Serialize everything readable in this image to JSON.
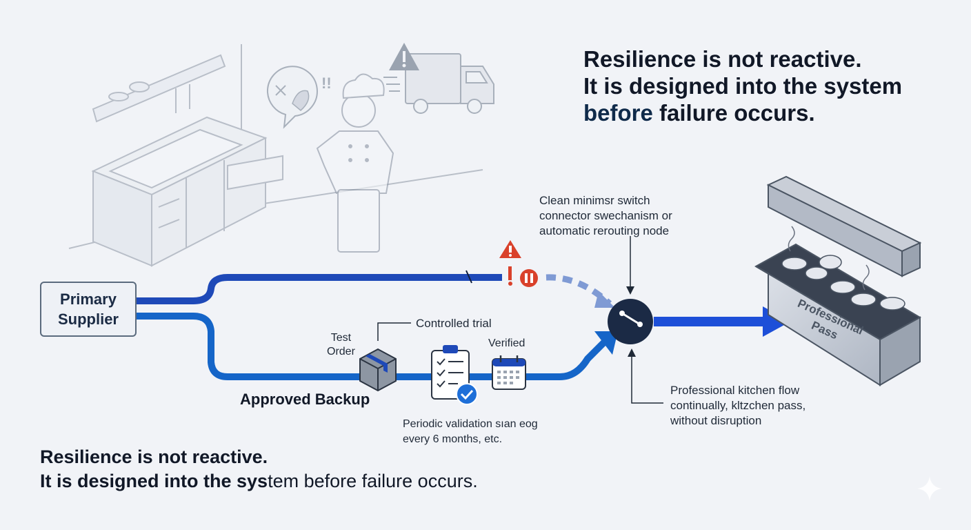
{
  "headline_top": {
    "line1": "Resilience is not reactive.",
    "line2": "It is designed into the system",
    "line3_accent": "before",
    "line3_rest": " failure occurs."
  },
  "headline_bottom": {
    "line1": "Resilience is not reactive.",
    "line2_bold": "It is designed into the sys",
    "line2_rest": "tem before failure occurs."
  },
  "primary_supplier": {
    "label": "Primary Supplier"
  },
  "approved_backup": {
    "label": "Approved Backup"
  },
  "switch_note": {
    "line1": "Clean minimsr switch",
    "line2": "connector swechanism or",
    "line3": "automatic rerouting node"
  },
  "flow_note": {
    "line1": "Professional kitchen flow",
    "line2": "continually, kltzchen pass,",
    "line3": "without disruption"
  },
  "steps": {
    "controlled_trial": "Controlled trial",
    "test_order_line1": "Test",
    "test_order_line2": "Order",
    "verified": "Verified"
  },
  "validation_note": {
    "line1": "Periodic validation sıan eog",
    "line2": "every 6 months, etc."
  },
  "pass": {
    "label": "Professional Pass"
  },
  "icons": [
    "kitchen-counter-illustration",
    "chef-illustration",
    "thought-bubble-icon",
    "delivery-truck-icon",
    "warning-icon",
    "pause-icon",
    "switch-node-icon",
    "box-icon",
    "checklist-icon",
    "check-badge-icon",
    "calendar-icon",
    "kitchen-pass-illustration",
    "sparkle-icon"
  ],
  "colors": {
    "background": "#f1f3f7",
    "primary_path": "#1e49b8",
    "backup_path": "#1565c8",
    "output_arrow": "#1d4fd8",
    "node": "#1b2a45",
    "warning": "#d9412b",
    "muted_illustration": "#c3cad4",
    "heading": "#111827",
    "accent_text": "#0f2a4a"
  }
}
